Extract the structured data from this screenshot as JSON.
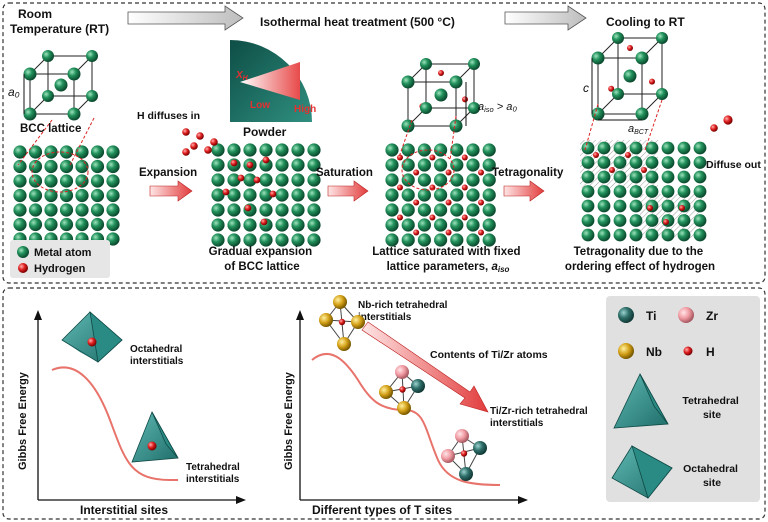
{
  "top": {
    "stage_rt": "Room\nTemperature (RT)",
    "stage_heat": "Isothermal heat treatment (500 °C)",
    "stage_cool": "Cooling to RT",
    "bcc_label": "BCC lattice",
    "a0_label": "a₀",
    "h_diffuses": "H diffuses in",
    "powder": "Powder",
    "xh": "X",
    "xh_sub": "H",
    "low": "Low",
    "high": "High",
    "expansion": "Expansion",
    "saturation": "Saturation",
    "tetragonality": "Tetragonality",
    "aiso_cond": "a",
    "aiso_sub": "iso",
    "aiso_rest": " > a₀",
    "c_label": "c",
    "abct": "a",
    "abct_sub": "BCT",
    "diffuse_out": "Diffuse out",
    "legend_metal": "Metal atom",
    "legend_h": "Hydrogen",
    "cap_expansion_1": "Gradual expansion",
    "cap_expansion_2": "of BCC lattice",
    "cap_saturation_1": "Lattice saturated with fixed",
    "cap_saturation_2": "lattice parameters, ",
    "cap_saturation_a": "a",
    "cap_saturation_sub": "iso",
    "cap_tetra_1": "Tetragonality due to the",
    "cap_tetra_2": "ordering effect of hydrogen"
  },
  "bottom": {
    "g1_ylabel": "Gibbs Free Energy",
    "g1_xlabel": "Interstitial sites",
    "octa_label_1": "Octahedral",
    "octa_label_2": "interstitials",
    "tetra_label_1": "Tetrahedral",
    "tetra_label_2": "interstitials",
    "g2_ylabel": "Gibbs Free Energy",
    "g2_xlabel": "Different types of T sites",
    "nb_rich_1": "Nb-rich tetrahedral",
    "nb_rich_2": "interstitials",
    "contents": "Contents of Ti/Zr atoms",
    "tizr_rich_1": "Ti/Zr-rich tetrahedral",
    "tizr_rich_2": "interstitials"
  },
  "legend2": {
    "ti": "Ti",
    "zr": "Zr",
    "nb": "Nb",
    "h": "H",
    "tetra_1": "Tetrahedral",
    "tetra_2": "site",
    "octa_1": "Octahedral",
    "octa_2": "site"
  },
  "colors": {
    "metal": "#1e8a5a",
    "hydrogen": "#d81e1e",
    "ti": "#2f6f6a",
    "zr": "#f0a3a8",
    "nb": "#d4a017",
    "curve": "#e8736b",
    "polyhedron": "#2a8a8a"
  }
}
